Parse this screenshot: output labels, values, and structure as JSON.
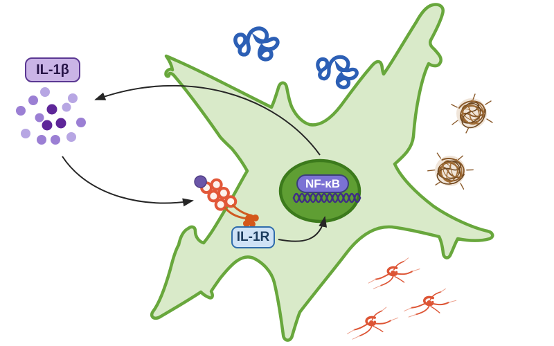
{
  "figure": {
    "type": "cell-signaling-diagram",
    "labels": {
      "cytokine_badge": "IL-1β",
      "transcription_factor_badge": "NF-κB",
      "receptor_badge": "IL-1R"
    },
    "icons": {
      "cell": "astrocyte-cell",
      "nucleus": "nucleus-with-dna",
      "receptor": "il1-receptor-complex",
      "cytokines": "cytokine-dot-cluster",
      "proteins": "misfolded-protein-squiggle",
      "plaques": "amyloid-plaque-tangle",
      "small_cells": "microglia-branched-cell",
      "arrows": "signaling-arrows"
    },
    "colors": {
      "cell_fill": "#d9eac9",
      "cell_border": "#68a73c",
      "nucleus_fill": "#5f9e33",
      "nucleus_border": "#3c7a1c",
      "dna_strand": "#3f2d85",
      "nfkb_fill": "#7b72d4",
      "il1b_badge_fill": "#cab4e6",
      "il1b_badge_border": "#5a3792",
      "il1r_badge_fill": "#cfe2f6",
      "il1r_badge_border": "#2f6cab",
      "cytokine_dark": "#5e2699",
      "cytokine_mid": "#9b7fd4",
      "cytokine_light": "#b7a6e3",
      "protein_blue": "#2c5fb5",
      "plaque_brown": "#8a5a2b",
      "microglia_red": "#dd5535",
      "receptor_coral": "#e25839",
      "receptor_stalk": "#cf5a22",
      "bound_ligand_purple": "#6b56a8",
      "arrow": "#262626"
    }
  }
}
